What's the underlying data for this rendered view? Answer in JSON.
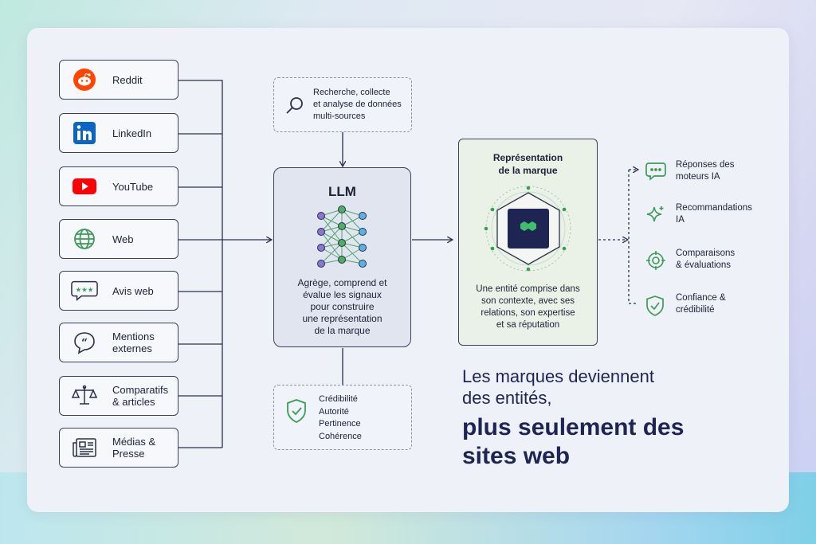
{
  "sources": [
    {
      "label": "Reddit",
      "icon": "reddit-icon"
    },
    {
      "label": "LinkedIn",
      "icon": "linkedin-icon"
    },
    {
      "label": "YouTube",
      "icon": "youtube-icon"
    },
    {
      "label": "Web",
      "icon": "globe-icon"
    },
    {
      "label": "Avis web",
      "icon": "review-stars-icon"
    },
    {
      "label": "Mentions\nexternes",
      "icon": "quote-bubble-icon"
    },
    {
      "label": "Comparatifs\n& articles",
      "icon": "scales-icon"
    },
    {
      "label": "Médias &\nPresse",
      "icon": "newspaper-icon"
    }
  ],
  "research": {
    "text": "Recherche, collecte\net analyse de données\nmulti-sources",
    "icon": "search-icon"
  },
  "llm": {
    "title": "LLM",
    "text": "Agrège, comprend et\névalue les signaux\npour construire\nune représentation\nde la marque",
    "icon": "neural-network-icon"
  },
  "criteria": {
    "items": [
      "Crédibilité",
      "Autorité",
      "Pertinence",
      "Cohérence"
    ],
    "icon": "shield-check-icon"
  },
  "brand": {
    "title": "Représentation\nde la marque",
    "text": "Une entité comprise dans\nson contexte, avec ses\nrelations, son expertise\net sa réputation",
    "icon": "brand-hexagon-icon"
  },
  "outputs": [
    {
      "label": "Réponses des\nmoteurs IA",
      "icon": "chat-bubble-icon"
    },
    {
      "label": "Recommandations\nIA",
      "icon": "sparkle-icon"
    },
    {
      "label": "Comparaisons\n& évaluations",
      "icon": "target-icon"
    },
    {
      "label": "Confiance &\ncrédibilité",
      "icon": "shield-check-icon"
    }
  ],
  "headline": {
    "line1": "Les marques deviennent",
    "line2": "des entités,",
    "line3": "plus seulement des",
    "line4": "sites web"
  },
  "colors": {
    "ink": "#1d2236",
    "green": "#3b9b57",
    "navy": "#1f2553",
    "reddit": "#ff4500",
    "linkedin": "#0a66c2",
    "youtube": "#ff0000"
  }
}
